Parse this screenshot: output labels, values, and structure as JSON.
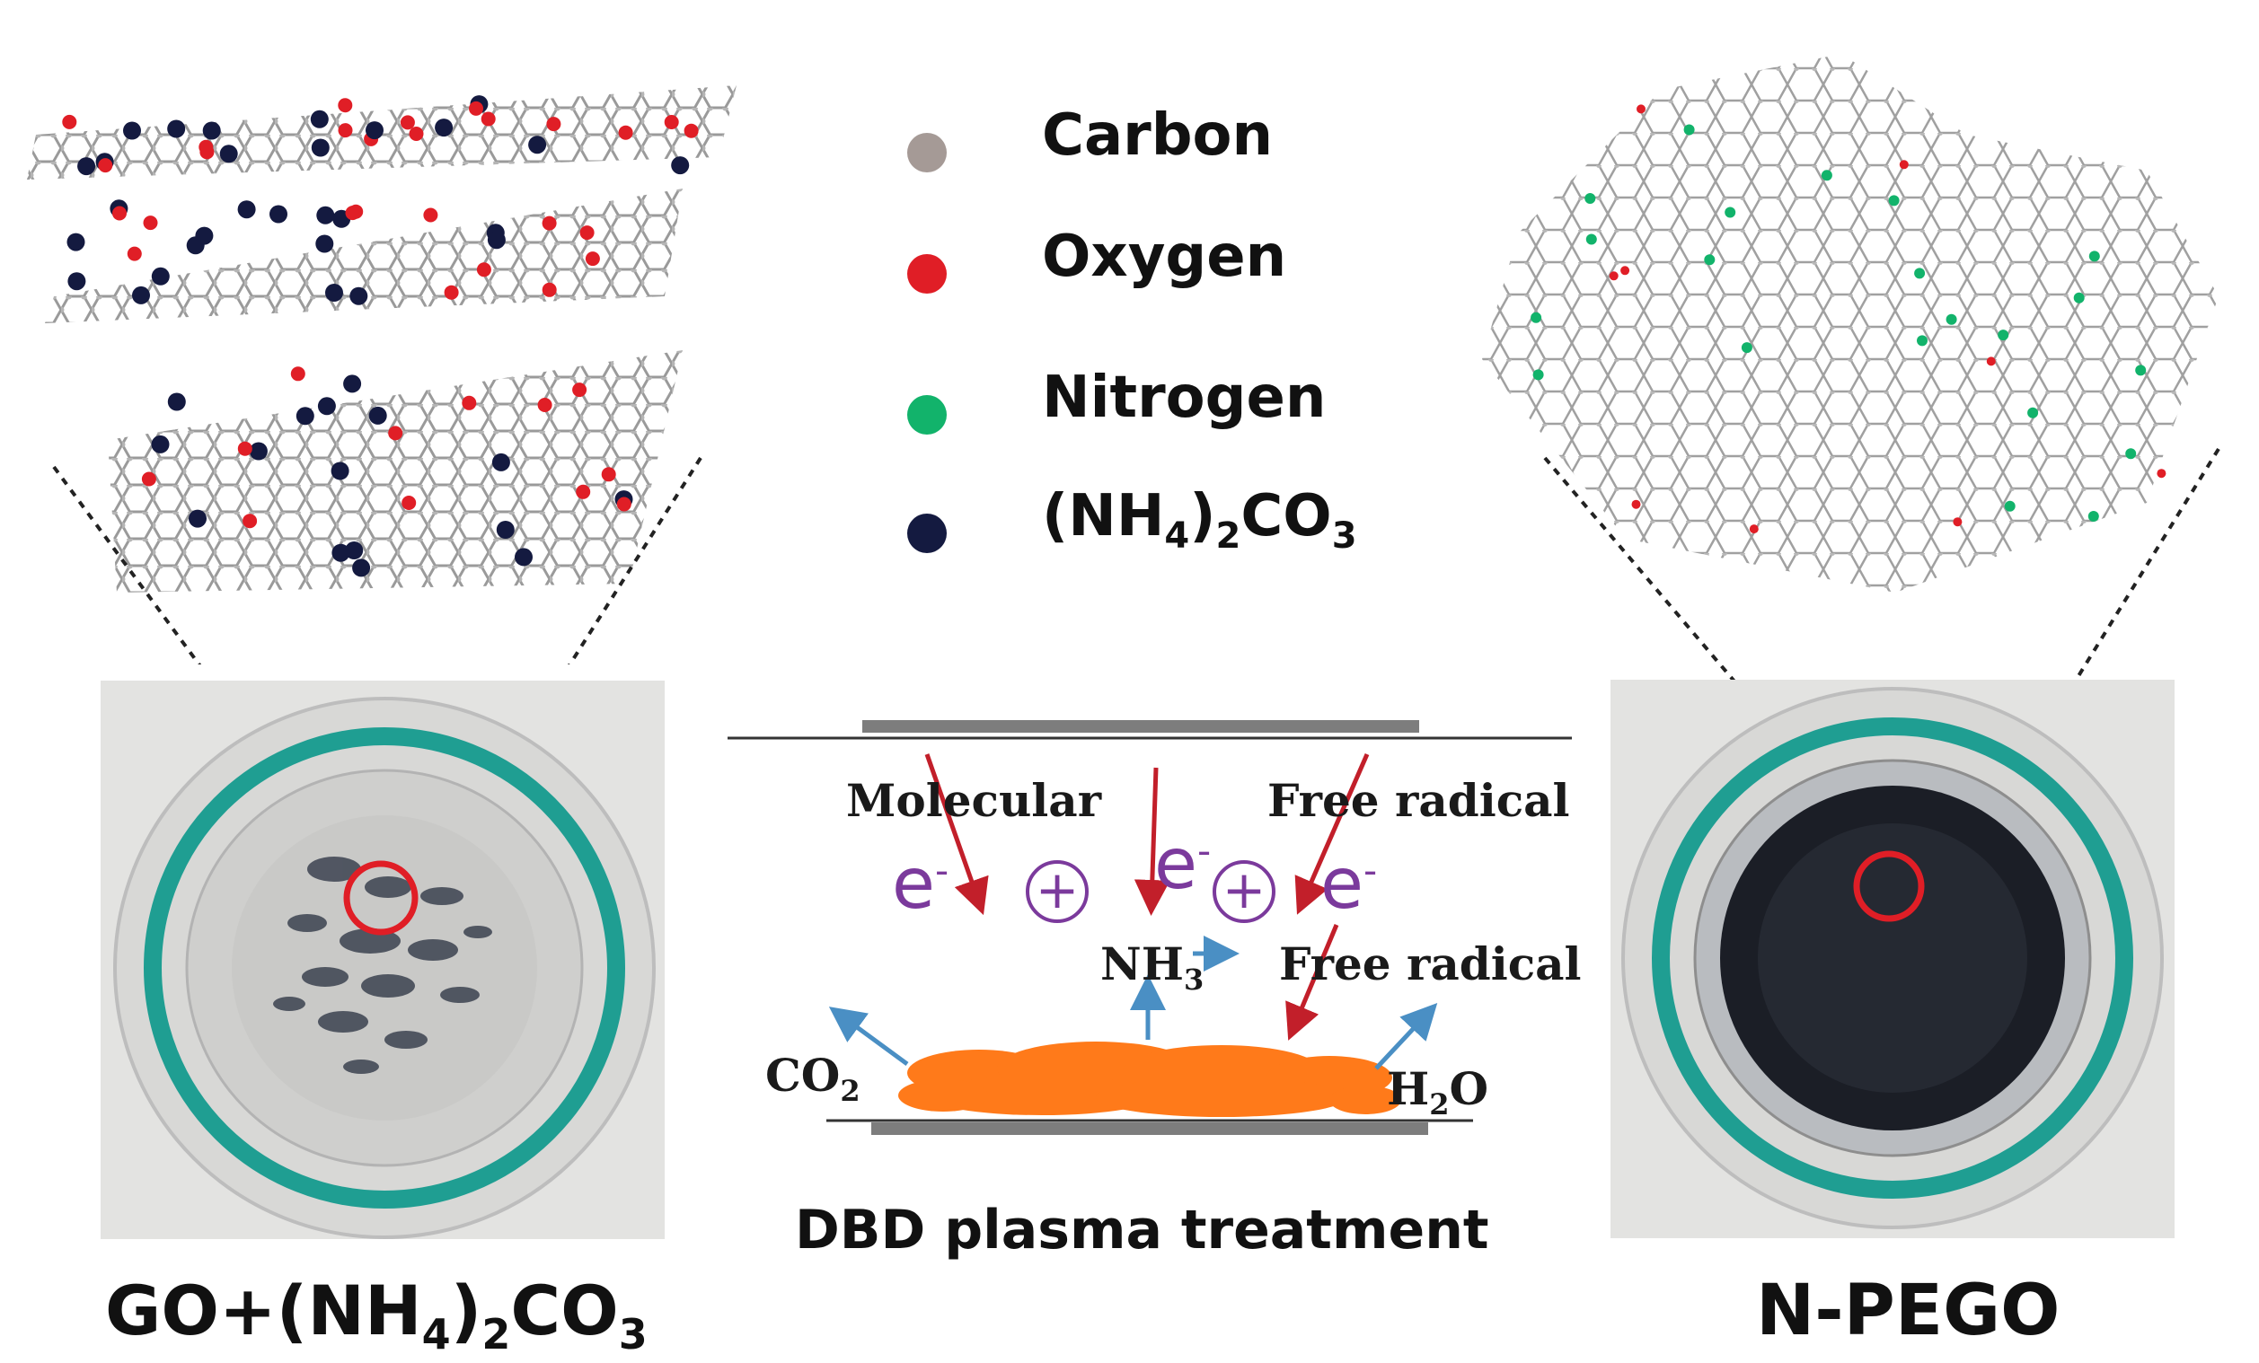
{
  "legend": {
    "items": [
      {
        "label": "Carbon",
        "color": "#a59a96"
      },
      {
        "label": "Oxygen",
        "color": "#e01e26"
      },
      {
        "label": "Nitrogen",
        "color": "#12b36b"
      },
      {
        "label_main": "(NH",
        "label_sub1": "4",
        "label_mid": ")",
        "label_sub2": "2",
        "label_end": "CO",
        "label_sub3": "3",
        "color": "#141a40"
      }
    ]
  },
  "left_panel": {
    "caption_main": "GO+(NH",
    "caption_sub1": "4",
    "caption_mid": ")",
    "caption_sub2": "2",
    "caption_end": "CO",
    "caption_sub3": "3"
  },
  "right_panel": {
    "caption": "N-PEGO"
  },
  "plasma": {
    "caption": "DBD plasma treatment",
    "label_molecular": "Molecular",
    "label_free_radical_top": "Free radical",
    "label_free_radical_mid": "Free radical",
    "electron_symbol": "e",
    "electron_charge": "-",
    "plus_symbol": "+",
    "nh3_main": "NH",
    "nh3_sub": "3",
    "co2_main": "CO",
    "co2_sub": "2",
    "h2o_main": "H",
    "h2o_sub": "2",
    "h2o_end": "O"
  },
  "colors": {
    "carbon": "#a59a96",
    "oxygen": "#e01e26",
    "nitrogen": "#12b36b",
    "ammonium_carbonate": "#141a40",
    "arrow_red": "#c21f2a",
    "arrow_blue": "#4a8fc4",
    "plasma_orange": "#ff7a1a",
    "ring_teal": "#1f9e92",
    "electron_purple": "#7b3a9c"
  }
}
